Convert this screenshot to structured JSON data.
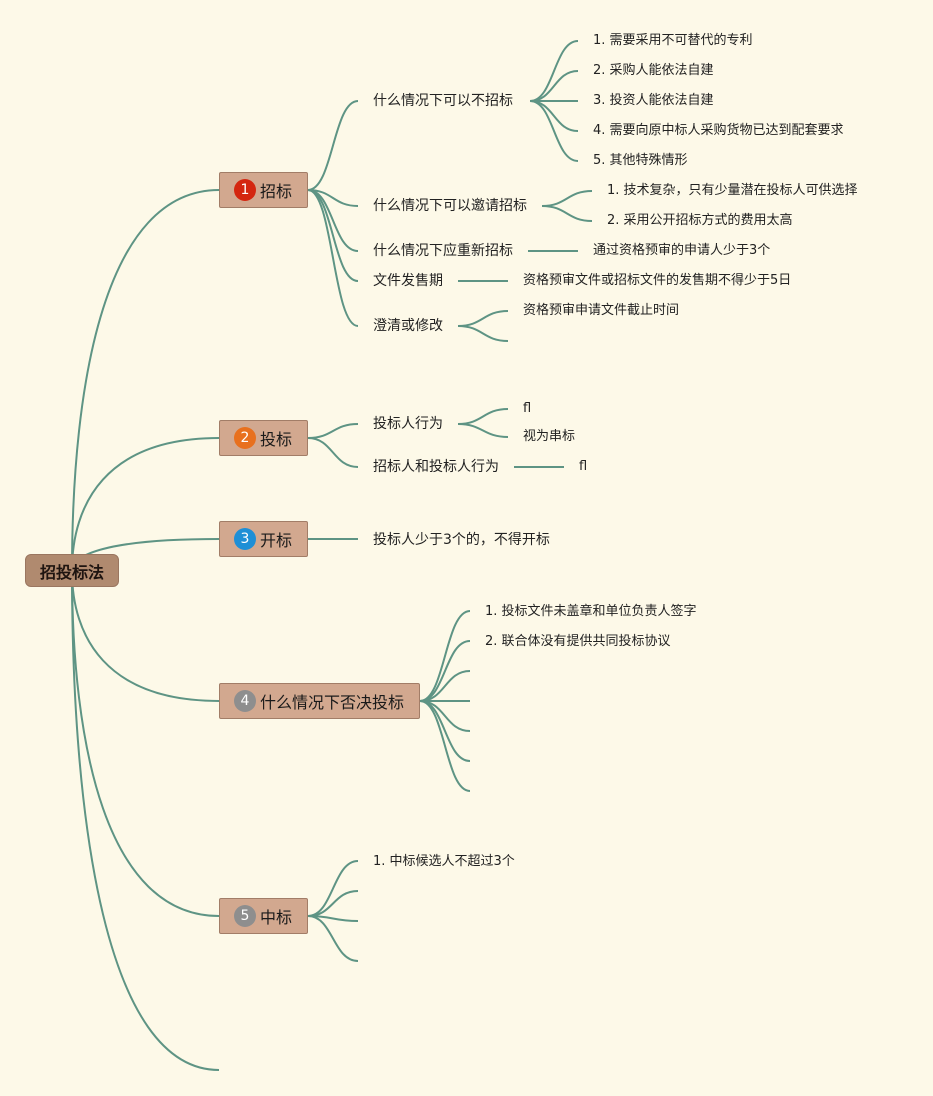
{
  "root": {
    "label": "招投标法"
  },
  "colors": {
    "line": "#5e9484",
    "root_fill": "#b08a6f",
    "topic_fill": "#d2a88f",
    "background": "#fdf9e8"
  },
  "topics": [
    {
      "number": "1",
      "badge_color": "#d4260f",
      "label": "招标",
      "children": [
        {
          "label": "什么情况下可以不招标",
          "children": [
            "1. 需要采用不可替代的专利",
            "2. 采购人能依法自建",
            "3. 投资人能依法自建",
            "4. 需要向原中标人采购货物已达到配套要求",
            "5. 其他特殊情形"
          ]
        },
        {
          "label": "什么情况下可以邀请招标",
          "children": [
            "1. 技术复杂，只有少量潜在投标人可供选择",
            "2. 采用公开招标方式的费用太高"
          ]
        },
        {
          "label": "什么情况下应重新招标",
          "children": [
            "通过资格预审的申请人少于3个"
          ]
        },
        {
          "label": "文件发售期",
          "children": [
            "资格预审文件或招标文件的发售期不得少于5日"
          ]
        },
        {
          "label": "澄清或修改",
          "children": [
            "资格预审申请文件截止时间",
            ""
          ]
        }
      ]
    },
    {
      "number": "2",
      "badge_color": "#e8701e",
      "label": "投标",
      "children": [
        {
          "label": "投标人行为",
          "children": [
            "fl",
            "视为串标"
          ]
        },
        {
          "label": "招标人和投标人行为",
          "children": [
            "fl"
          ]
        }
      ]
    },
    {
      "number": "3",
      "badge_color": "#1e8fd6",
      "label": "开标",
      "children": [
        {
          "label": "投标人少于3个的，不得开标",
          "children": []
        }
      ]
    },
    {
      "number": "4",
      "badge_color": "#8e8e8e",
      "label": "什么情况下否决投标",
      "children": [
        "1. 投标文件未盖章和单位负责人签字",
        "2. 联合体没有提供共同投标协议",
        "",
        "",
        "",
        "",
        ""
      ]
    },
    {
      "number": "5",
      "badge_color": "#8e8e8e",
      "label": "中标",
      "children": [
        "1. 中标候选人不超过3个",
        "",
        "",
        ""
      ]
    }
  ]
}
